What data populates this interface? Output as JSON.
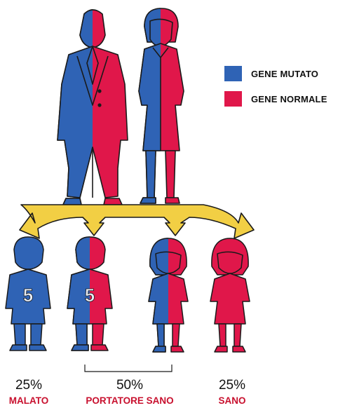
{
  "colors": {
    "mutated": "#2f63b5",
    "normal": "#e0174a",
    "arrow": "#f2cf44",
    "outline": "#1a1a1a",
    "skin_blue": "#3b6fbf",
    "skin_red": "#e8375f",
    "caption": "#c8102e"
  },
  "legend": [
    {
      "label": "GENE MUTATO",
      "color": "#2f63b5"
    },
    {
      "label": "GENE NORMALE",
      "color": "#e0174a"
    }
  ],
  "children": [
    {
      "percent": "25%",
      "caption": "MALATO"
    },
    {
      "percent": "50%",
      "caption": "PORTATORE SANO"
    },
    {
      "percent": "25%",
      "caption": "SANO"
    }
  ],
  "shirt_number": "5"
}
